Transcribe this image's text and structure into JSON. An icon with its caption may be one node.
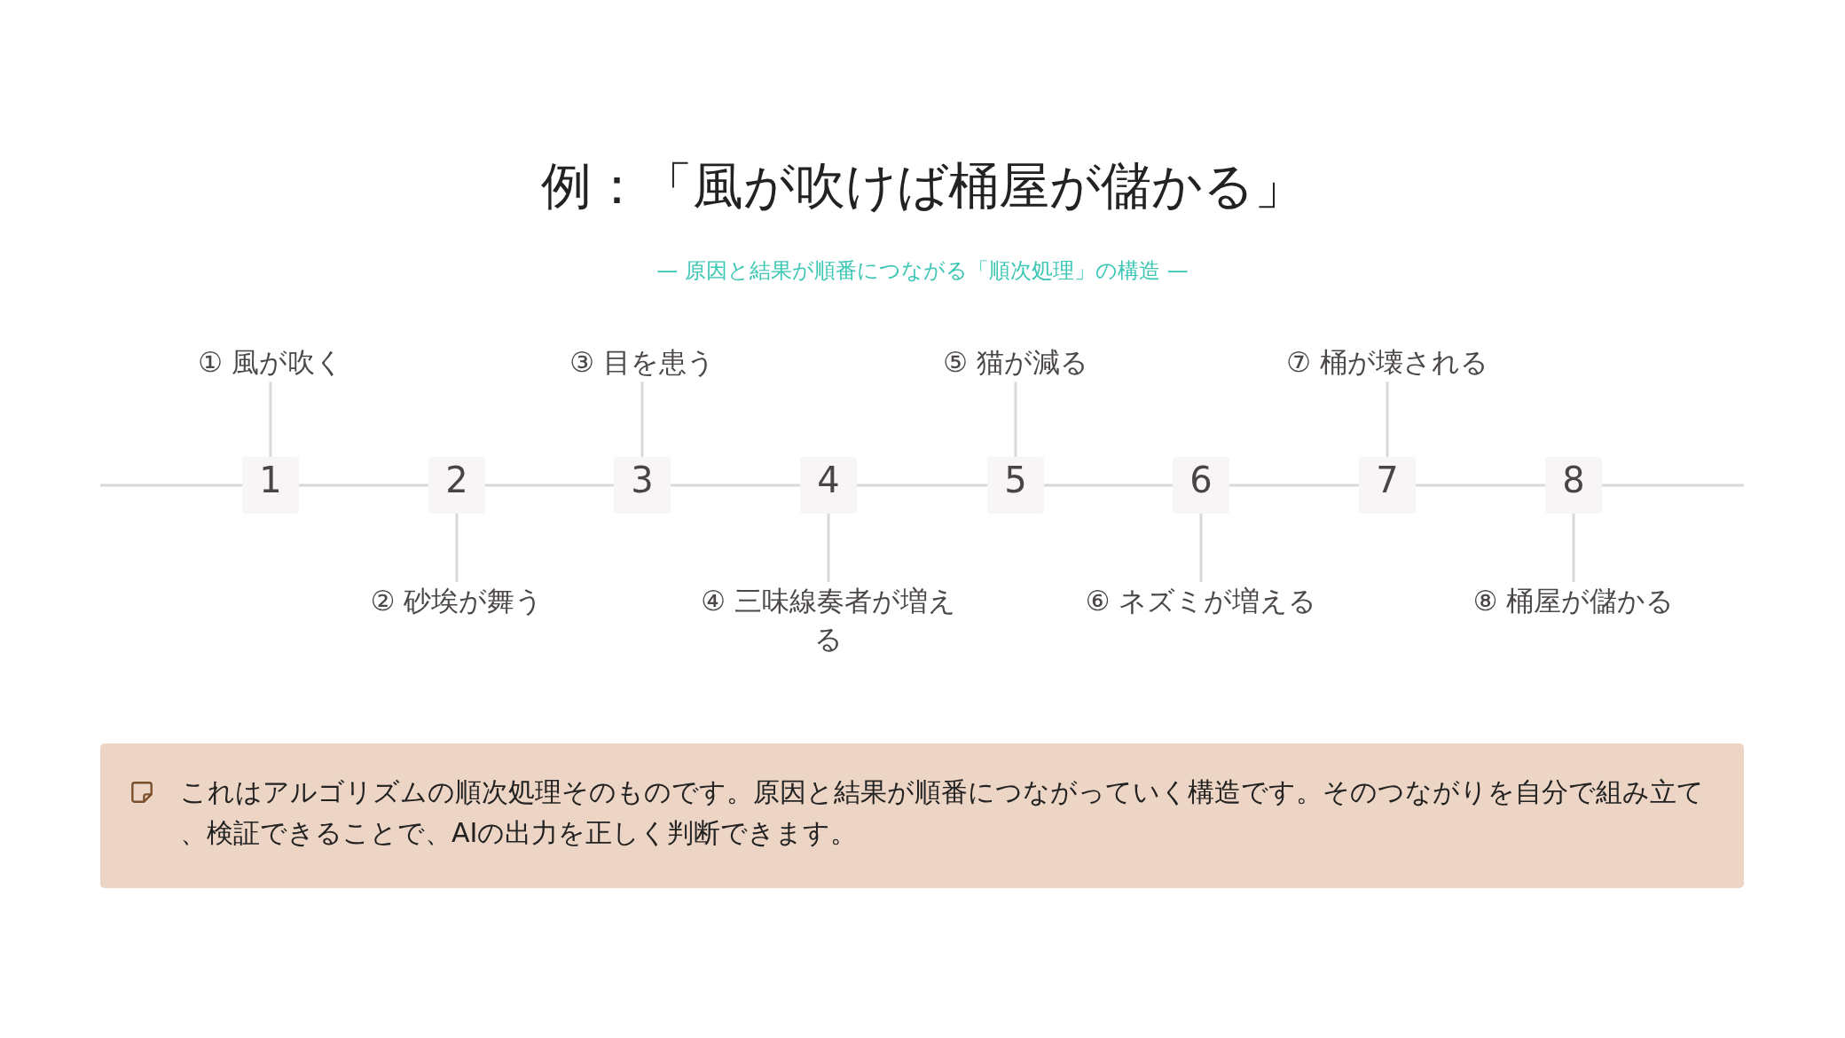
{
  "diagram": {
    "title": "例：「風が吹けば桶屋が儲かる」",
    "nodes": [
      {
        "text": [
          "1"
        ]
      },
      {
        "text": [
          "2"
        ]
      },
      {
        "text": [
          "3"
        ]
      },
      {
        "text": [
          "4"
        ]
      },
      {
        "text": [
          "5"
        ]
      },
      {
        "text": [
          "6"
        ]
      },
      {
        "text": [
          "7"
        ]
      },
      {
        "text": [
          "8"
        ]
      },
      {
        "text": [
          "① 風が吹く"
        ]
      },
      {
        "text": [
          "② 砂埃が舞う"
        ]
      },
      {
        "text": [
          "③ 目を患う"
        ]
      },
      {
        "text": [
          "④ 三味線奏者が増える"
        ]
      },
      {
        "text": [
          "⑤ 猫が減る"
        ]
      },
      {
        "text": [
          "⑥ ネズミが増える"
        ]
      },
      {
        "text": [
          "⑦ 桶が壊される"
        ]
      },
      {
        "text": [
          "⑧ 桶屋が儲かる"
        ]
      },
      {
        "text": [
          "これはアルゴリズムの順次処理そのものです。原因と結果が順番につながっていく構造です。そのつながりを自分で組み立て、検証できることで、AIの出力を正しく判断できます。"
        ]
      }
    ],
    "edges": [
      {
        "from": null,
        "to": 0,
        "arrow": "none"
      },
      {
        "from": 0,
        "to": 1,
        "arrow": "none"
      },
      {
        "from": 1,
        "to": 2,
        "arrow": "none"
      },
      {
        "from": 2,
        "to": 3,
        "arrow": "none"
      },
      {
        "from": 3,
        "to": 4,
        "arrow": "none"
      },
      {
        "from": 4,
        "to": 5,
        "arrow": "none"
      },
      {
        "from": 5,
        "to": 6,
        "arrow": "none"
      },
      {
        "from": 6,
        "to": 7,
        "arrow": "none"
      },
      {
        "from": 7,
        "to": null,
        "arrow": "none"
      },
      {
        "from": 8,
        "to": 0,
        "arrow": "none"
      },
      {
        "from": 9,
        "to": 1,
        "arrow": "none"
      },
      {
        "from": 10,
        "to": 2,
        "arrow": "none"
      },
      {
        "from": 11,
        "to": 3,
        "arrow": "none"
      },
      {
        "from": 12,
        "to": 4,
        "arrow": "none"
      },
      {
        "from": 13,
        "to": 5,
        "arrow": "none"
      },
      {
        "from": 14,
        "to": 6,
        "arrow": "none"
      },
      {
        "from": 15,
        "to": 7,
        "arrow": "none"
      }
    ],
    "labels": [
      "— 原因と結果が順番につながる「順次処理」の構造 —"
    ]
  }
}
